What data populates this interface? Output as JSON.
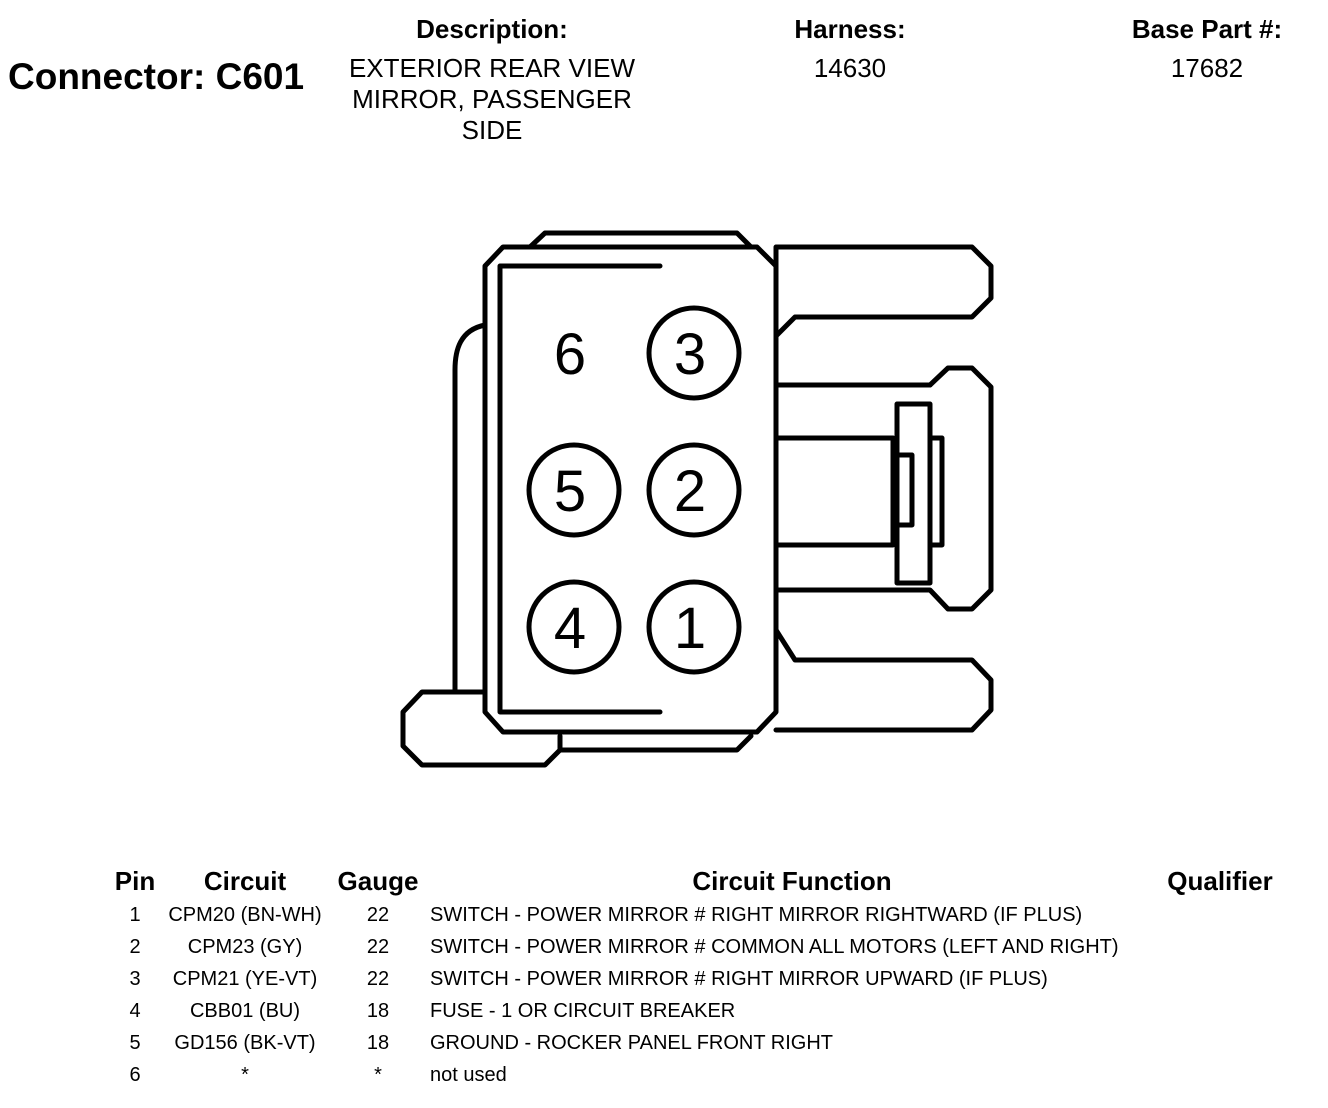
{
  "connector": {
    "label": "Connector: C601",
    "description_header": "Description:",
    "description_lines": [
      "EXTERIOR REAR VIEW",
      "MIRROR, PASSENGER",
      "SIDE"
    ],
    "harness_header": "Harness:",
    "harness": "14630",
    "base_part_header": "Base Part #:",
    "base_part": "17682"
  },
  "diagram": {
    "pin_labels": [
      "1",
      "2",
      "3",
      "4",
      "5",
      "6"
    ]
  },
  "table": {
    "headers": {
      "pin": "Pin",
      "circuit": "Circuit",
      "gauge": "Gauge",
      "function": "Circuit Function",
      "qualifier": "Qualifier"
    },
    "rows": [
      {
        "pin": "1",
        "circuit": "CPM20 (BN-WH)",
        "gauge": "22",
        "function": "SWITCH - POWER MIRROR # RIGHT MIRROR RIGHTWARD (IF PLUS)"
      },
      {
        "pin": "2",
        "circuit": "CPM23 (GY)",
        "gauge": "22",
        "function": "SWITCH - POWER MIRROR # COMMON ALL MOTORS (LEFT AND RIGHT)"
      },
      {
        "pin": "3",
        "circuit": "CPM21 (YE-VT)",
        "gauge": "22",
        "function": "SWITCH - POWER MIRROR # RIGHT MIRROR UPWARD (IF PLUS)"
      },
      {
        "pin": "4",
        "circuit": "CBB01 (BU)",
        "gauge": "18",
        "function": "FUSE - 1 OR CIRCUIT BREAKER"
      },
      {
        "pin": "5",
        "circuit": "GD156 (BK-VT)",
        "gauge": "18",
        "function": "GROUND - ROCKER PANEL FRONT RIGHT"
      },
      {
        "pin": "6",
        "circuit": "*",
        "gauge": "*",
        "function": "not used"
      }
    ]
  }
}
